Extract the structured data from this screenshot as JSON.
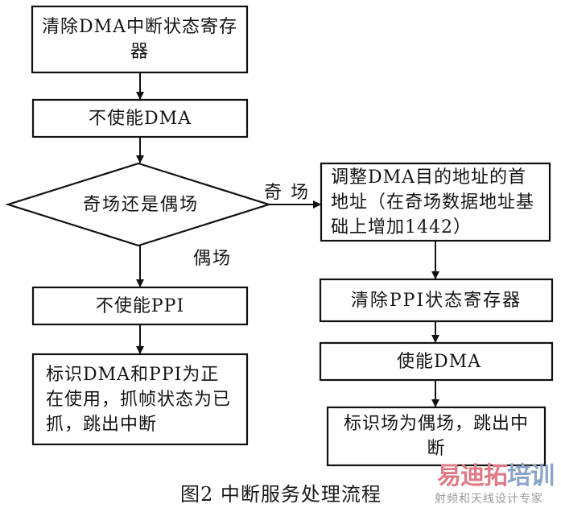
{
  "diagram": {
    "nodes": [
      {
        "id": "clear-dma-status",
        "type": "process",
        "text": "清除DMA中断状态寄存器"
      },
      {
        "id": "disable-dma",
        "type": "process",
        "text": "不使能DMA"
      },
      {
        "id": "odd-or-even",
        "type": "decision",
        "text": "奇场还是偶场"
      },
      {
        "id": "disable-ppi",
        "type": "process",
        "text": "不使能PPI"
      },
      {
        "id": "mark-in-use",
        "type": "process",
        "text": "标识DMA和PPI为正在使用，抓帧状态为已抓，跳出中断"
      },
      {
        "id": "adjust-dma-addr",
        "type": "process",
        "text": "调整DMA目的地址的首地址（在奇场数据地址基础上增加1442）"
      },
      {
        "id": "clear-ppi-status",
        "type": "process",
        "text": "清除PPI状态寄存器"
      },
      {
        "id": "enable-dma",
        "type": "process",
        "text": "使能DMA"
      },
      {
        "id": "mark-even",
        "type": "process",
        "text": "标识场为偶场，跳出中断"
      }
    ],
    "edges": [
      {
        "from": "clear-dma-status",
        "to": "disable-dma",
        "label": ""
      },
      {
        "from": "disable-dma",
        "to": "odd-or-even",
        "label": ""
      },
      {
        "from": "odd-or-even",
        "to": "adjust-dma-addr",
        "label": "奇场"
      },
      {
        "from": "odd-or-even",
        "to": "disable-ppi",
        "label": "偶场"
      },
      {
        "from": "disable-ppi",
        "to": "mark-in-use",
        "label": ""
      },
      {
        "from": "adjust-dma-addr",
        "to": "clear-ppi-status",
        "label": ""
      },
      {
        "from": "clear-ppi-status",
        "to": "enable-dma",
        "label": ""
      },
      {
        "from": "enable-dma",
        "to": "mark-even",
        "label": ""
      }
    ]
  },
  "labels": {
    "odd": "奇 场",
    "even": "偶场"
  },
  "caption": "图2  中断服务处理流程",
  "watermark": {
    "main_a": "易迪拓",
    "main_b": "培训",
    "sub": "射频和天线设计专家"
  }
}
